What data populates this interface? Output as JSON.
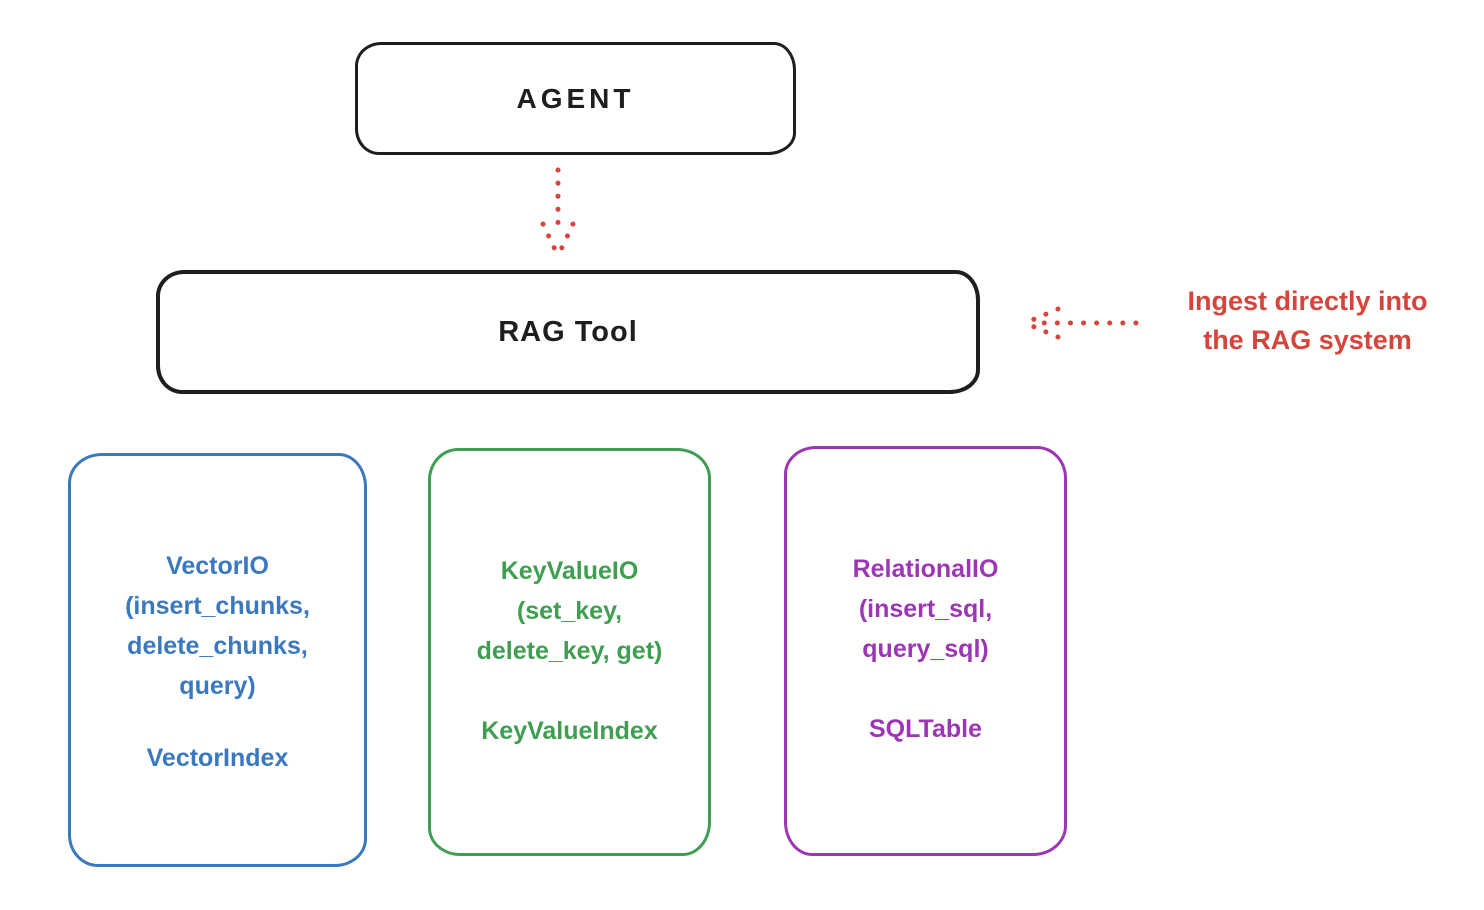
{
  "colors": {
    "ink": "#1e1e1e",
    "red_accent": "#d6453c",
    "vector_blue": "#3a78c0",
    "keyvalue_green": "#3f9e52",
    "relational_purple": "#9c36b5"
  },
  "agent_box": {
    "label": "AGENT"
  },
  "rag_tool_box": {
    "label": "RAG Tool"
  },
  "ingest_annotation": {
    "line1": "Ingest directly into",
    "line2": "the RAG system"
  },
  "storage_boxes": [
    {
      "name": "vector-io",
      "color": "#3a78c0",
      "lines": [
        "VectorIO",
        "(insert_chunks,",
        "delete_chunks,",
        "query)"
      ],
      "index_label": "VectorIndex"
    },
    {
      "name": "keyvalue-io",
      "color": "#3f9e52",
      "lines": [
        "KeyValueIO",
        "(set_key,",
        "delete_key, get)"
      ],
      "index_label": "KeyValueIndex"
    },
    {
      "name": "relational-io",
      "color": "#9c36b5",
      "lines": [
        "RelationalIO",
        "(insert_sql,",
        "query_sql)"
      ],
      "index_label": "SQLTable"
    }
  ],
  "arrows": [
    {
      "name": "agent-to-rag-arrow",
      "style": "dotted",
      "direction": "down",
      "color": "#d6453c"
    },
    {
      "name": "ingest-arrow",
      "style": "dotted",
      "direction": "left",
      "color": "#d6453c"
    }
  ]
}
